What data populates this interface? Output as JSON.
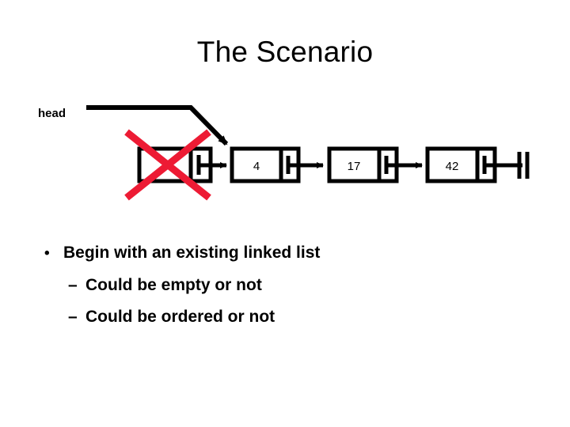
{
  "slide": {
    "title": "The Scenario",
    "background_color": "#FFFFFF",
    "text_color": "#000000"
  },
  "diagram": {
    "type": "linked-list",
    "head_label": "head",
    "strike_color": "#ED1B34",
    "line_color": "#000000",
    "nodes": [
      {
        "id": "node-crossed",
        "value": "",
        "struck_out": true
      },
      {
        "id": "node-4",
        "value": "4",
        "struck_out": false
      },
      {
        "id": "node-17",
        "value": "17",
        "struck_out": false
      },
      {
        "id": "node-42",
        "value": "42",
        "struck_out": false
      }
    ],
    "terminator": "null-ground"
  },
  "bullets": [
    {
      "level": 1,
      "marker": "•",
      "text": "Begin with an existing linked list"
    },
    {
      "level": 2,
      "marker": "–",
      "text": "Could be empty or not"
    },
    {
      "level": 2,
      "marker": "–",
      "text": "Could be ordered or not"
    }
  ]
}
